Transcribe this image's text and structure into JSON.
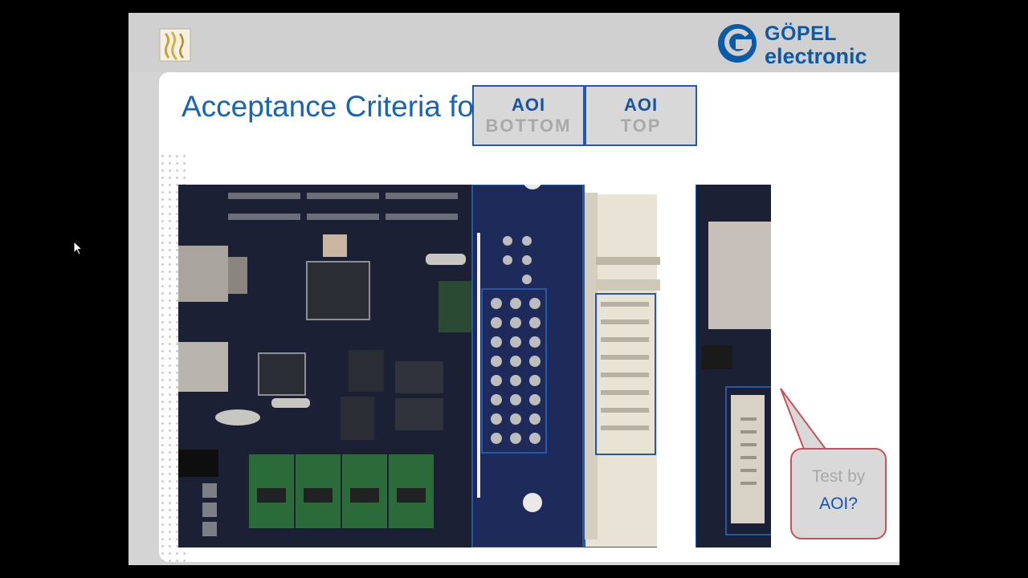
{
  "slide": {
    "title": "Acceptance Criteria for Assemblies"
  },
  "logo": {
    "line1": "GÖPEL",
    "line2": "electronic"
  },
  "labels": {
    "bottom_line1": "AOI",
    "bottom_line2": "BOTTOM",
    "top_line1": "AOI",
    "top_line2": "TOP"
  },
  "callout": {
    "line1": "Test by",
    "line2": "AOI?"
  },
  "icons": {
    "app": "presentation-app-icon",
    "cursor": "mouse-pointer-icon",
    "logo": "gopel-logo-icon"
  },
  "colors": {
    "title_blue": "#1567b4",
    "brand_blue": "#0a5aa8",
    "frame_blue": "#2458a8",
    "callout_border": "#c8505c",
    "pcb_dark": "#1b2035"
  }
}
